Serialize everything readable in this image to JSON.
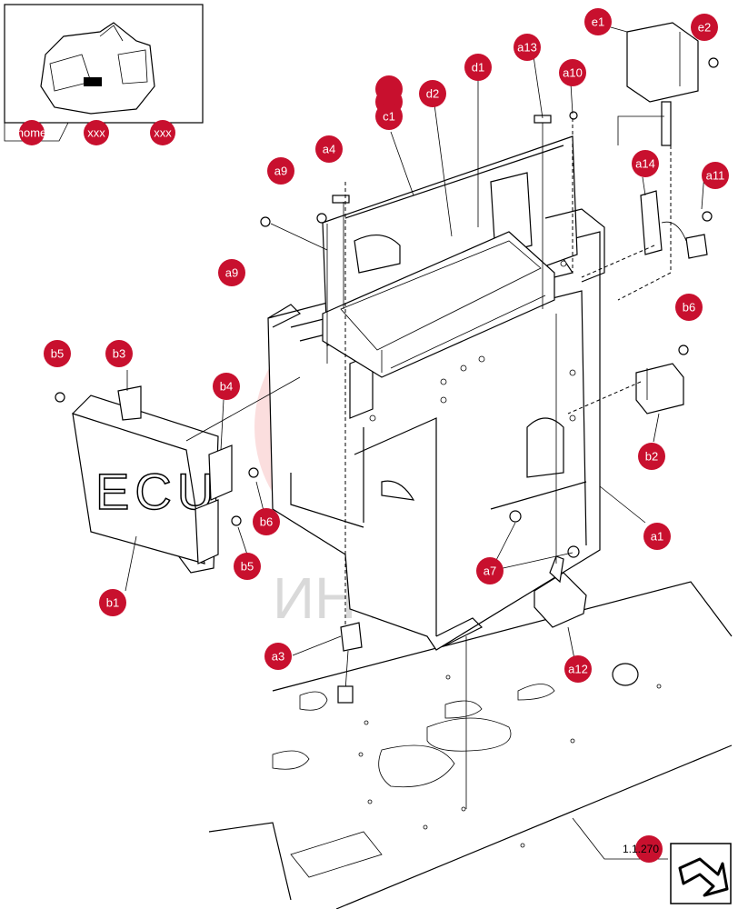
{
  "colors": {
    "callout": "#c8102e",
    "watermark": "#f4a3a3",
    "watermark_text": "#c0c0c0"
  },
  "thumbnail": {
    "tabs": [
      {
        "label": "home",
        "icon": "home-tab"
      },
      {
        "label": "xxx"
      },
      {
        "label": "xxx"
      }
    ]
  },
  "part_labels": {
    "e1": "e1",
    "e2": "e2",
    "a13": "a13",
    "a10": "a10",
    "d1": "d1",
    "d2": "d2",
    "c1": "c1",
    "a4": "a4",
    "a9_top": "a9",
    "a9_left": "a9",
    "a14": "a14",
    "a11": "a11",
    "b5_left": "b5",
    "b3": "b3",
    "b4": "b4",
    "b6_right": "b6",
    "b2": "b2",
    "a1": "a1",
    "b6_mid": "b6",
    "b5_mid": "b5",
    "b1": "b1",
    "a7": "a7",
    "a3": "a3",
    "a12": "a12"
  },
  "ecu_label": "ECU",
  "watermark_text": "ИНТЕХ",
  "ref_label": "1.1.270",
  "nav": {
    "next_icon": "arrow-next-icon"
  }
}
